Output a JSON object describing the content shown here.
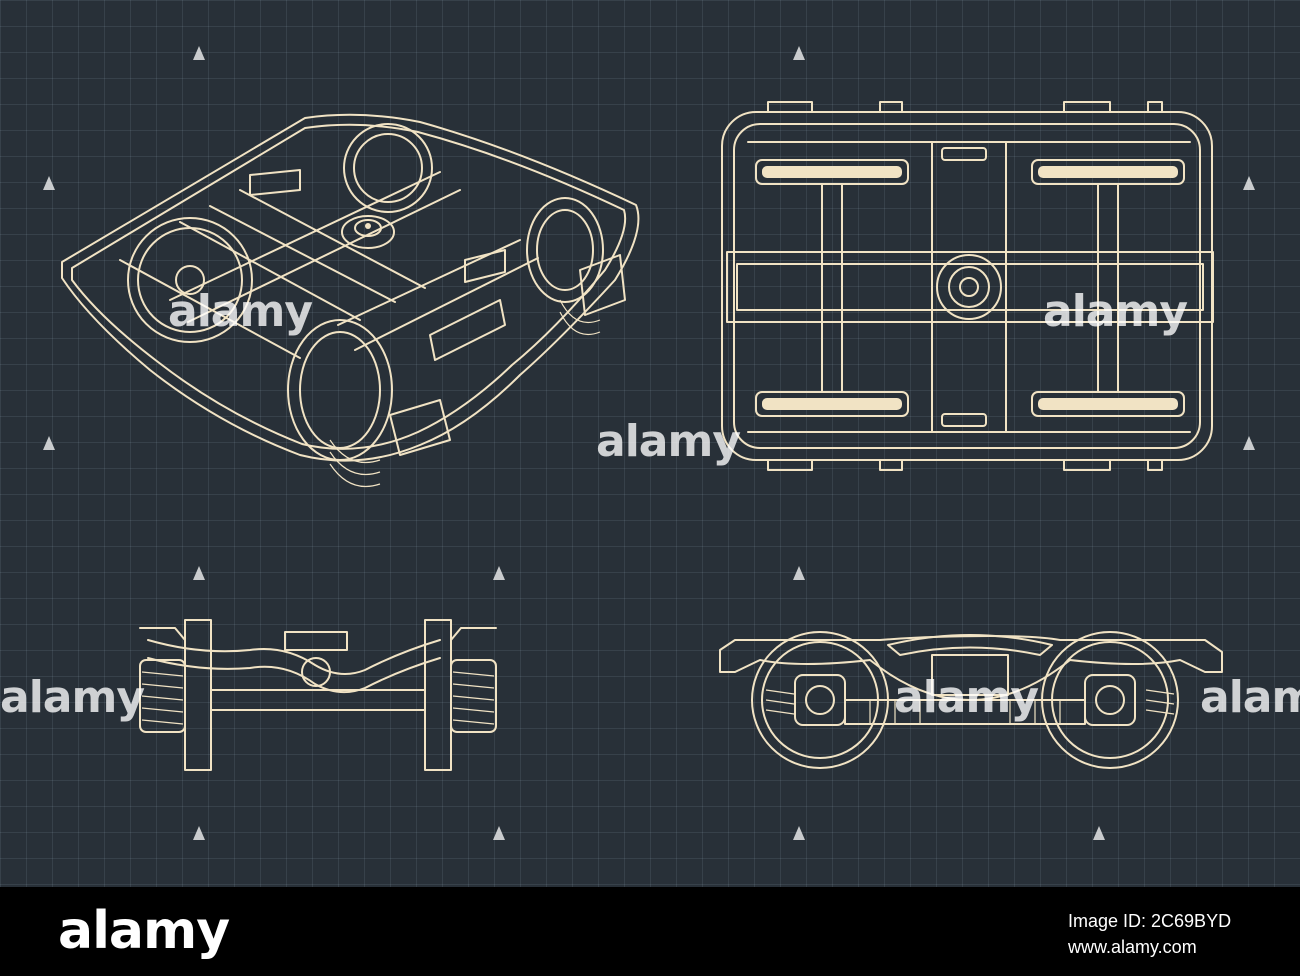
{
  "watermark": {
    "brand": "alamy"
  },
  "footer": {
    "brand": "alamy",
    "image_id": "Image ID: 2C69BYD",
    "site": "www.alamy.com"
  },
  "colors": {
    "background": "#283038",
    "grid": "#3a4651",
    "linework": "#f1e3c4",
    "footer": "#000000"
  },
  "drawings": [
    {
      "view": "isometric",
      "subject": "rail bogie"
    },
    {
      "view": "top",
      "subject": "rail bogie"
    },
    {
      "view": "end",
      "subject": "rail bogie"
    },
    {
      "view": "side",
      "subject": "rail bogie"
    }
  ]
}
